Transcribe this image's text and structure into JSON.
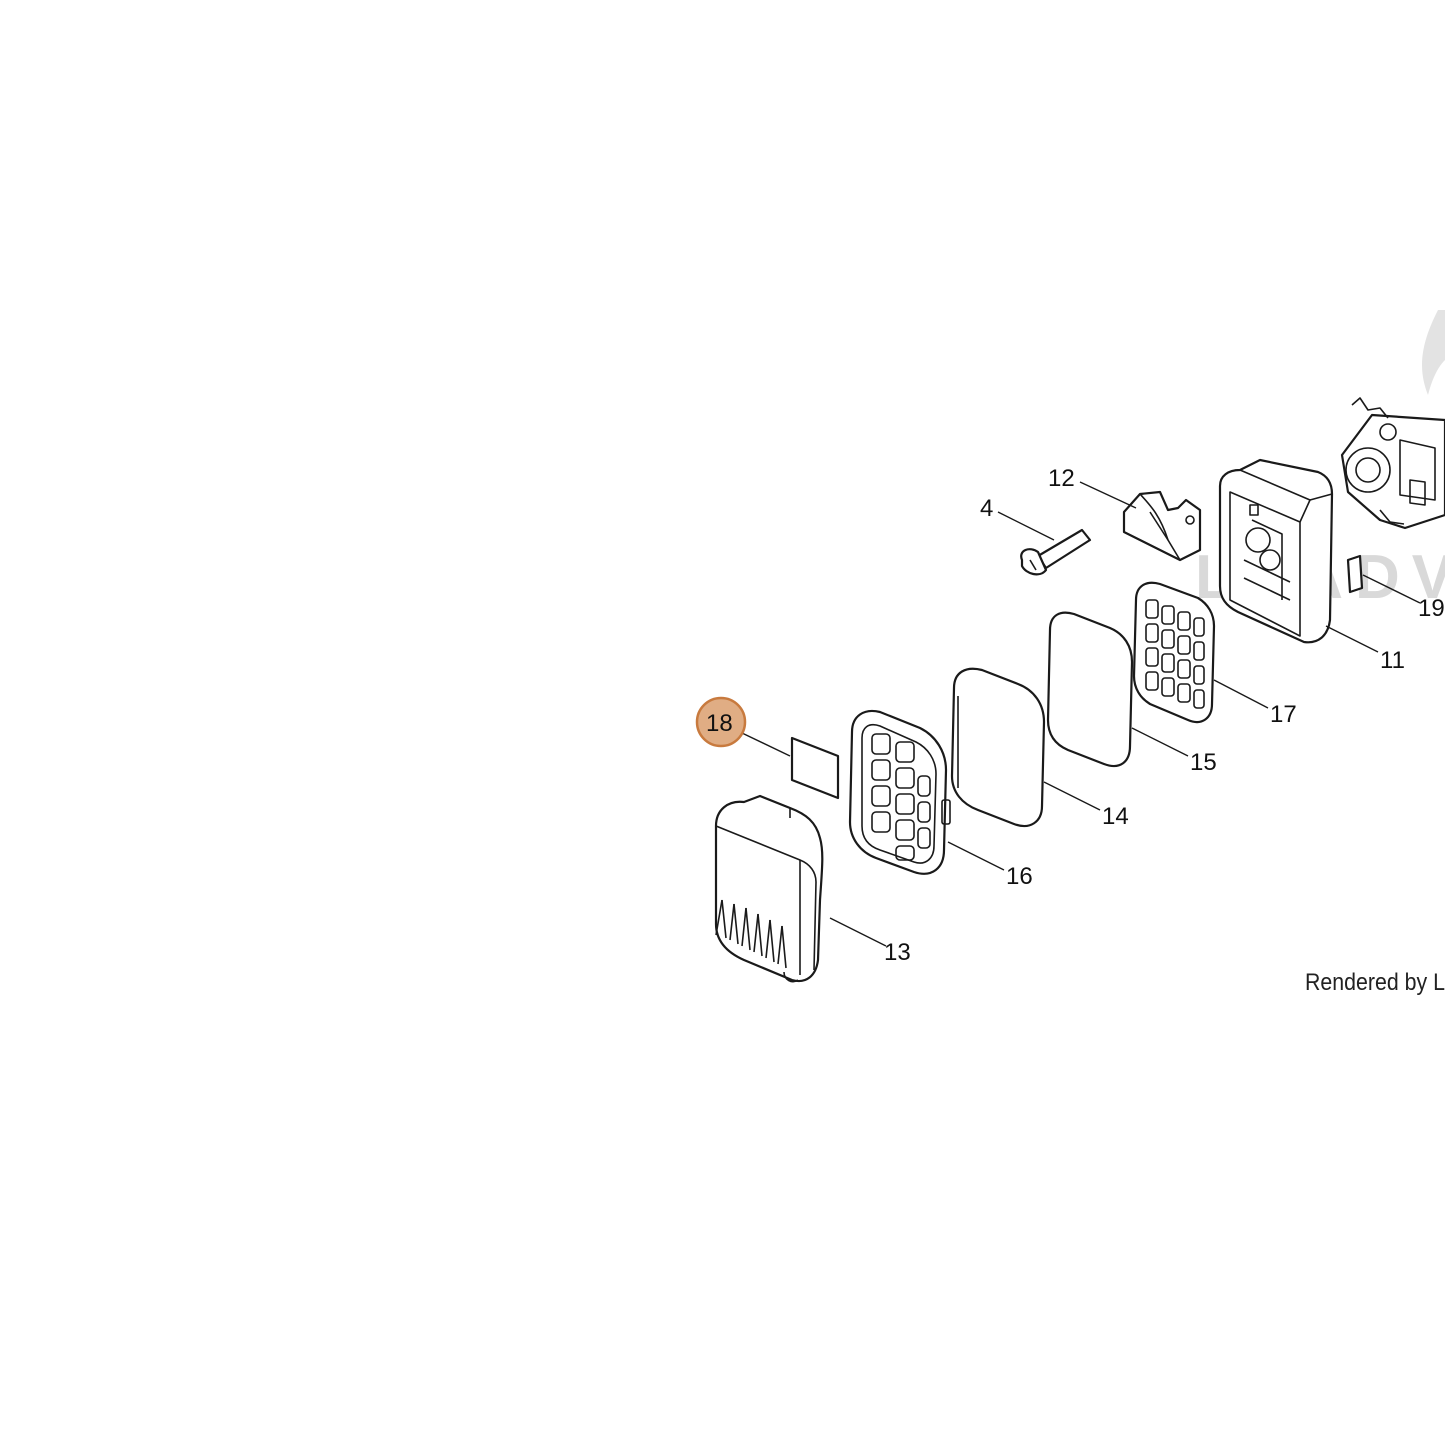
{
  "diagram": {
    "highlight_color": "#e0ad84",
    "highlight_stroke": "#c87a3e",
    "watermark_text": "LEADVI",
    "credit_text": "Rendered by L",
    "callouts": {
      "c4": "4",
      "c11": "11",
      "c12": "12",
      "c13": "13",
      "c14": "14",
      "c15": "15",
      "c16": "16",
      "c17": "17",
      "c18": "18",
      "c19": "19"
    }
  }
}
